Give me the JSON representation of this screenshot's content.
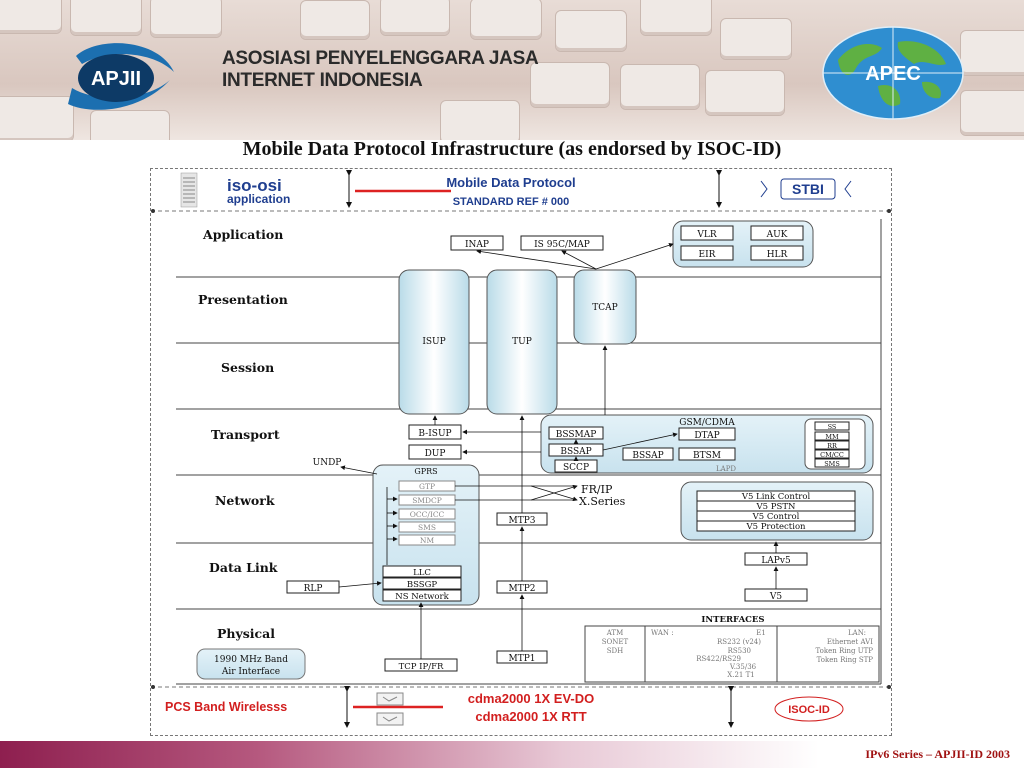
{
  "header": {
    "logo_text": "APJII",
    "org_line1": "ASOSIASI PENYELENGGARA JASA",
    "org_line2": "INTERNET INDONESIA",
    "apec_text": "APEC"
  },
  "title": "Mobile Data Protocol Infrastructure  (as endorsed by ISOC-ID)",
  "banner": {
    "iso_line1": "iso-osi",
    "iso_line2": "application",
    "center_line1": "Mobile Data Protocol",
    "center_line2": "STANDARD REF # 000",
    "stbi": "STBI"
  },
  "layers": [
    "Application",
    "Presentation",
    "Session",
    "Transport",
    "Network",
    "Data Link",
    "Physical"
  ],
  "boxes": {
    "inap": "INAP",
    "is95": "IS 95C/MAP",
    "vlr": "VLR",
    "auk": "AUK",
    "eir": "EIR",
    "hlr": "HLR",
    "isup": "ISUP",
    "tup": "TUP",
    "tcap": "TCAP",
    "bisup": "B-ISUP",
    "dup": "DUP",
    "gsm": "GSM/CDMA",
    "bssmap": "BSSMAP",
    "bssap1": "BSSAP",
    "sccp": "SCCP",
    "dtap": "DTAP",
    "bssap2": "BSSAP",
    "btsm": "BTSM",
    "lapd": "LAPD",
    "ss": "SS",
    "mm": "MM",
    "rr": "RR",
    "cmcc": "CM/CC",
    "sms_r": "SMS",
    "undp": "UNDP",
    "gprs": "GPRS",
    "gtp": "GTP",
    "smdcp": "SMDCP",
    "occ": "OCC/ICC",
    "sms": "SMS",
    "nm": "NM",
    "llc": "LLC",
    "bssgp": "BSSGP",
    "nsnet": "NS Network",
    "frip": "FR/IP",
    "xseries": "X.Series",
    "mtp3": "MTP3",
    "mtp2": "MTP2",
    "mtp1": "MTP1",
    "v5a": "V5 Link Control",
    "v5b": "V5 PSTN",
    "v5c": "V5 Control",
    "v5d": "V5 Protection",
    "lapv5": "LAPv5",
    "v5": "V5",
    "rlp": "RLP",
    "band_line1": "1990 MHz Band",
    "band_line2": "Air Interface",
    "tcpip": "TCP IP/FR"
  },
  "interfaces": {
    "title": "INTERFACES",
    "col1": [
      "ATM",
      "SONET",
      "SDH"
    ],
    "col2": [
      "WAN :",
      "E1",
      "RS232 (v24)",
      "RS530",
      "RS422/RS29",
      "V.35/36",
      "X.21 T1"
    ],
    "col3": [
      "LAN:",
      "Ethernet AVI",
      "Token Ring UTP",
      "Token Ring STP"
    ]
  },
  "bottom": {
    "pcs": "PCS Band Wirelesss",
    "evdo": "cdma2000 1X EV-DO",
    "rtt": "cdma2000 1X RTT",
    "isoc": "ISOC-ID"
  },
  "footer": "IPv6 Series – APJII-ID 2003"
}
